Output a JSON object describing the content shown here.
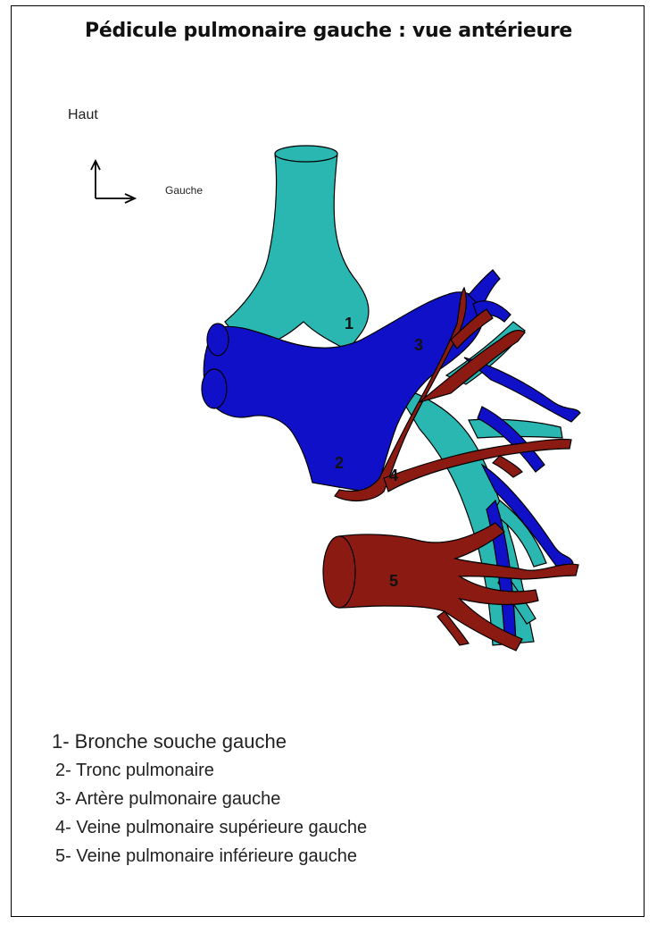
{
  "title": "Pédicule pulmonaire gauche : vue antérieure",
  "orientation": {
    "up_label": "Haut",
    "left_label": "Gauche"
  },
  "colors": {
    "bronchus": "#2ab7b2",
    "artery": "#1010c8",
    "vein": "#8a1a12",
    "outline": "#000000"
  },
  "markers": [
    "1",
    "2",
    "3",
    "4",
    "5"
  ],
  "legend": [
    "1- Bronche souche gauche",
    "2- Tronc pulmonaire",
    "3- Artère pulmonaire gauche",
    "4- Veine pulmonaire supérieure gauche",
    "5- Veine pulmonaire inférieure gauche"
  ]
}
